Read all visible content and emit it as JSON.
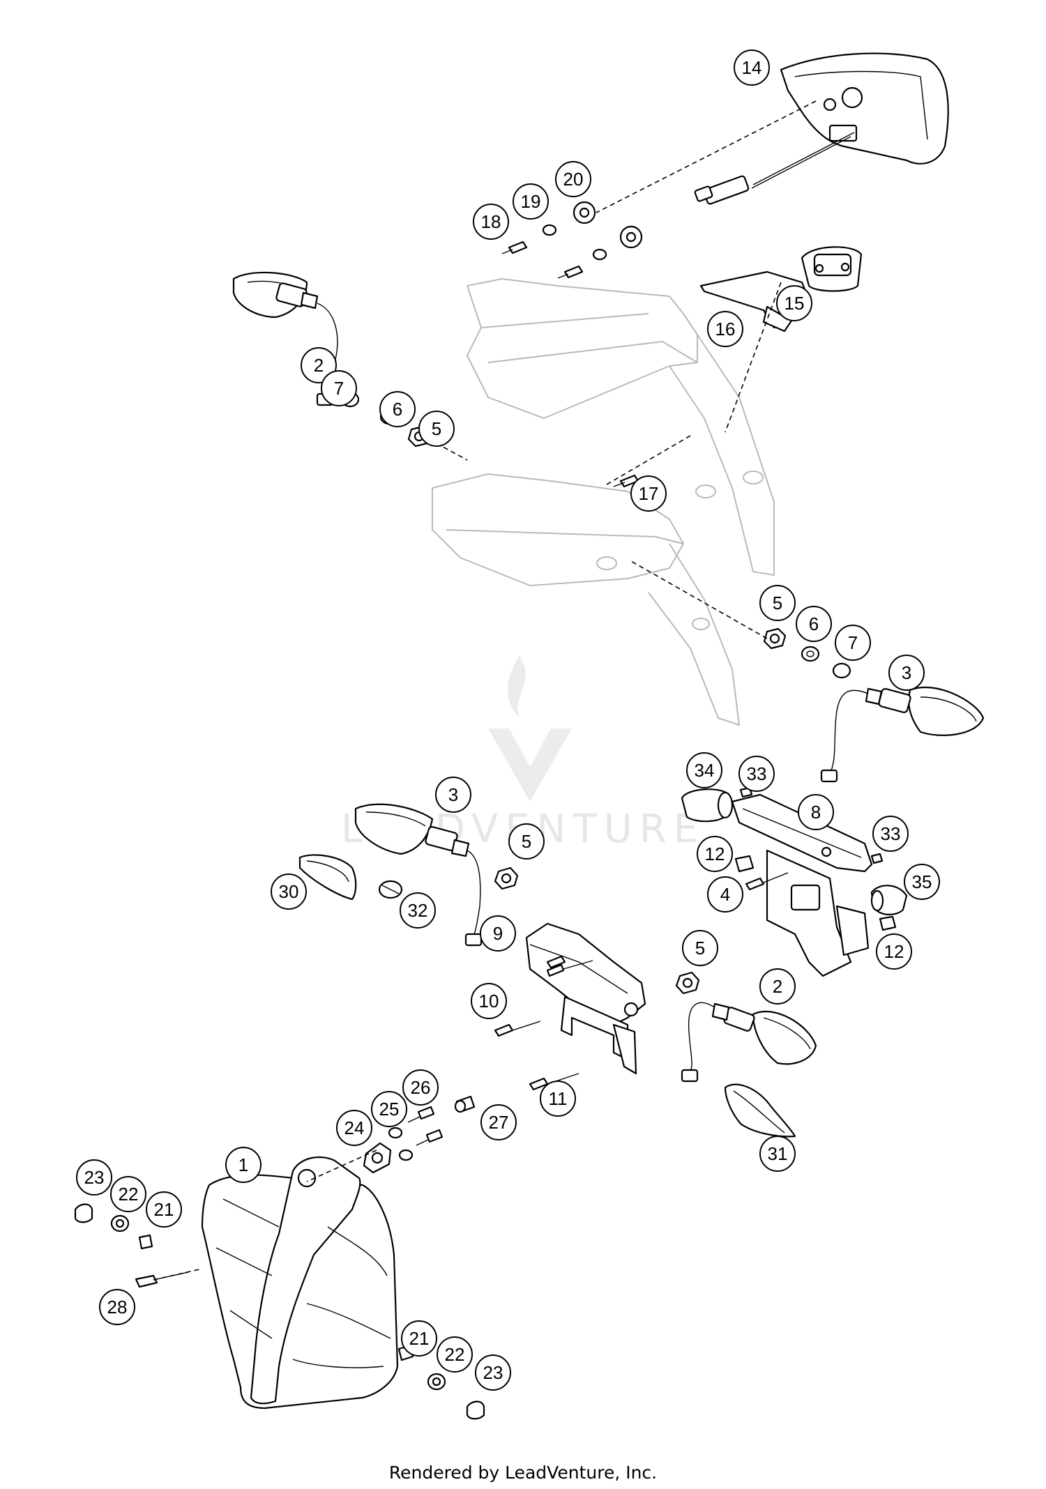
{
  "credit": "Rendered by LeadVenture, Inc.",
  "watermark": {
    "text": "LEADVENTURE",
    "color": "#e6e6e6"
  },
  "callout_numbers": [
    "1",
    "2",
    "3",
    "4",
    "5",
    "6",
    "7",
    "8",
    "9",
    "10",
    "11",
    "12",
    "14",
    "15",
    "16",
    "17",
    "18",
    "19",
    "20",
    "21",
    "22",
    "23",
    "24",
    "25",
    "26",
    "27",
    "28",
    "30",
    "31",
    "32",
    "33",
    "34",
    "35"
  ],
  "colors": {
    "line": "#000000",
    "ghost_frame": "#b9b9b9",
    "background": "#ffffff"
  }
}
